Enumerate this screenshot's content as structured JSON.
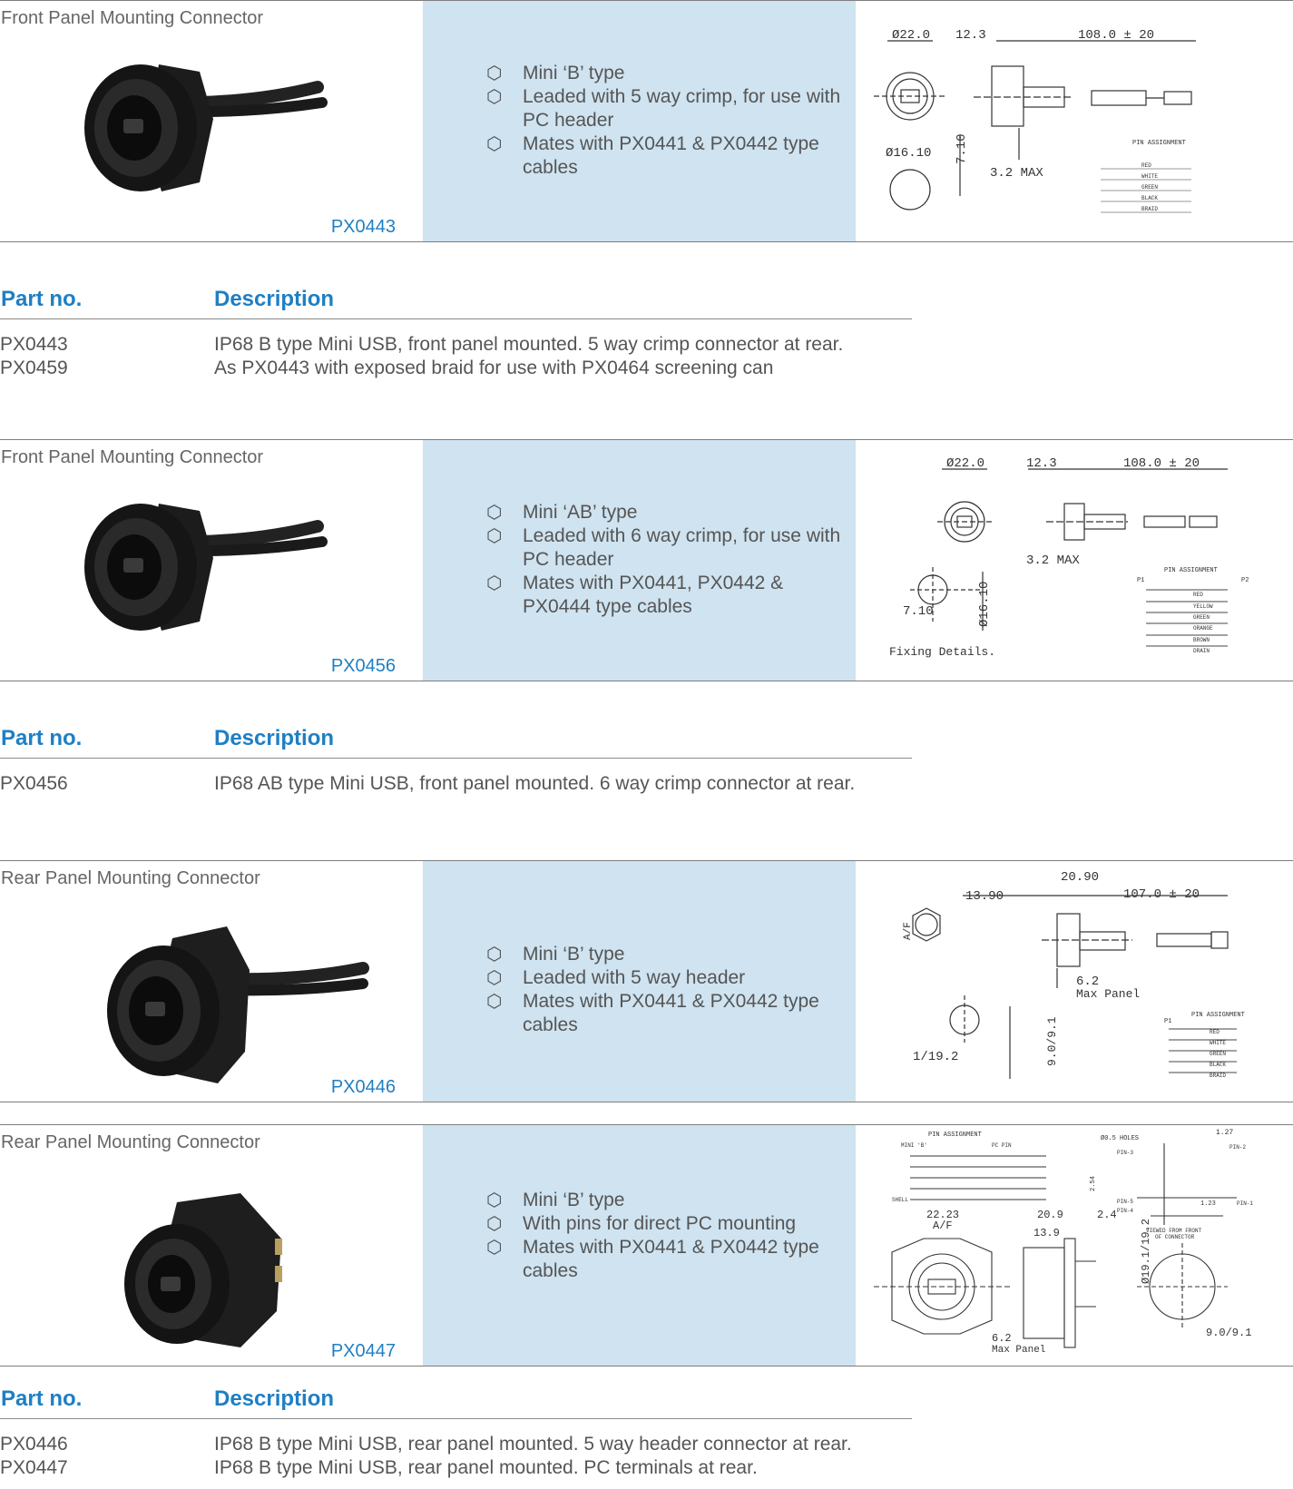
{
  "products": [
    {
      "heading": "Front Panel Mounting Connector",
      "part_code": "PX0443",
      "features": [
        "Mini ‘B’ type",
        "Leaded with 5 way crimp, for use with PC header",
        "Mates with PX0441 & PX0442 type cables"
      ],
      "drawing": {
        "labels": [
          "Ø22.0",
          "12.3",
          "108.0 ± 20",
          "Ø16.10",
          "7.10",
          "3.2 MAX"
        ],
        "pin_label": "PIN ASSIGNMENT",
        "wires": [
          "RED",
          "WHITE",
          "GREEN",
          "BLACK",
          "BRAID"
        ]
      }
    },
    {
      "heading": "Front Panel Mounting Connector",
      "part_code": "PX0456",
      "features": [
        "Mini ‘AB’ type",
        "Leaded with 6 way crimp, for use with PC header",
        "Mates with PX0441, PX0442 & PX0444 type cables"
      ],
      "drawing": {
        "labels": [
          "Ø22.0",
          "12.3",
          "108.0 ± 20",
          "3.2 MAX",
          "7.10",
          "Ø16.10",
          "Fixing Details."
        ],
        "pin_label": "PIN ASSIGNMENT",
        "p1": "P1",
        "p2": "P2",
        "wires": [
          "RED",
          "YELLOW",
          "GREEN",
          "ORANGE",
          "BROWN",
          "DRAIN"
        ]
      }
    },
    {
      "heading": "Rear Panel Mounting Connector",
      "part_code": "PX0446",
      "features": [
        "Mini ‘B’ type",
        "Leaded with 5 way header",
        "Mates with PX0441 & PX0442 type cables"
      ],
      "drawing": {
        "labels": [
          "20.90",
          "13.90",
          "107.0 ± 20",
          "A/F",
          "6.2",
          "Max Panel",
          "1/19.2",
          "9.0/9.1"
        ],
        "pin_label": "PIN ASSIGNMENT",
        "p1": "P1",
        "wires": [
          "RED",
          "WHITE",
          "GREEN",
          "BLACK",
          "BRAID"
        ]
      }
    },
    {
      "heading": "Rear Panel Mounting Connector",
      "part_code": "PX0447",
      "features": [
        "Mini ‘B’ type",
        "With pins for direct PC mounting",
        "Mates with PX0441 & PX0442 type cables"
      ],
      "drawing": {
        "labels": [
          "PIN ASSIGNMENT",
          "MINI 'B'",
          "PC PIN",
          "SHELL",
          "Ø0.5 HOLES",
          "1.27",
          "PIN-2",
          "PIN-3",
          "PIN-5",
          "PIN-4",
          "PIN-1",
          "2.54",
          "1.23",
          "VIEWED FROM FRONT",
          "OF CONNECTOR",
          "22.23",
          "A/F",
          "20.9",
          "2.4",
          "13.9",
          "Ø19.1/19.2",
          "6.2",
          "Max Panel",
          "9.0/9.1"
        ]
      }
    }
  ],
  "part_tables": [
    {
      "col_part": "Part no.",
      "col_desc": "Description",
      "rows": [
        {
          "part": "PX0443",
          "desc": "IP68 B type Mini USB, front panel mounted. 5 way crimp connector at rear."
        },
        {
          "part": "PX0459",
          "desc": "As PX0443 with exposed braid for use with PX0464 screening can"
        }
      ]
    },
    {
      "col_part": "Part no.",
      "col_desc": "Description",
      "rows": [
        {
          "part": "PX0456",
          "desc": "IP68 AB type Mini USB, front panel mounted. 6 way crimp connector at rear."
        }
      ]
    },
    {
      "col_part": "Part no.",
      "col_desc": "Description",
      "rows": [
        {
          "part": "PX0446",
          "desc": "IP68 B type Mini USB, rear panel mounted. 5 way header connector at rear."
        },
        {
          "part": "PX0447",
          "desc": "IP68 B type Mini USB, rear panel mounted. PC terminals at rear."
        }
      ]
    }
  ]
}
